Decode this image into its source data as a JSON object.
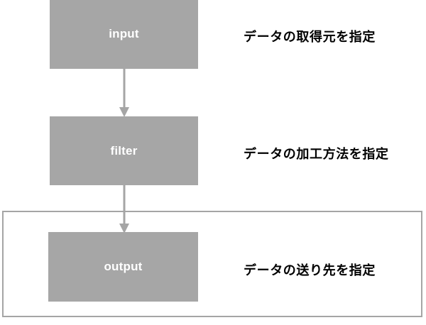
{
  "diagram": {
    "title": "",
    "colors": {
      "node_fill": "#a6a6a6",
      "node_text": "#ffffff",
      "arrow": "#a5a5a5",
      "group_border": "#a5a5a5",
      "caption_text": "#000000",
      "background": "#ffffff"
    },
    "nodes": [
      {
        "id": "input",
        "label": "input"
      },
      {
        "id": "filter",
        "label": "filter"
      },
      {
        "id": "output",
        "label": "output"
      }
    ],
    "connectors": [
      {
        "id": "input-to-filter",
        "from": "input",
        "to": "filter",
        "arrowhead": "down"
      },
      {
        "id": "filter-to-output",
        "from": "filter",
        "to": "output",
        "arrowhead": "down"
      }
    ],
    "captions": [
      {
        "for": "input",
        "text": "データの取得元を指定"
      },
      {
        "for": "filter",
        "text": "データの加工方法を指定"
      },
      {
        "for": "output",
        "text": "データの送り先を指定"
      }
    ],
    "group": {
      "id": "output-group",
      "label": "",
      "contains": [
        "output"
      ]
    }
  }
}
